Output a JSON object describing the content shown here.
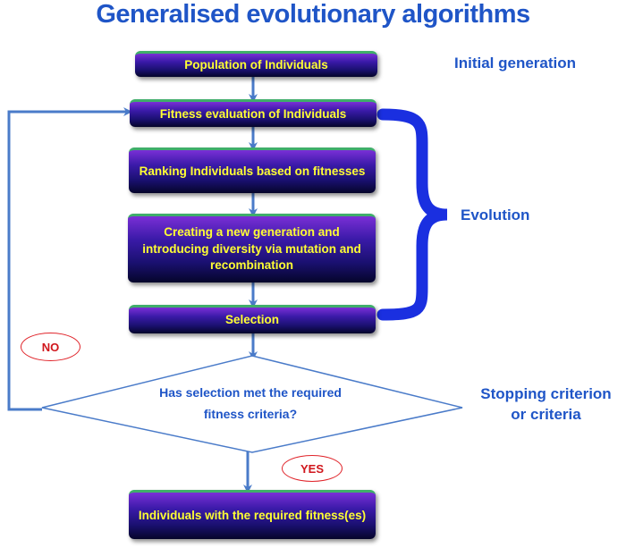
{
  "title": "Generalised evolutionary algorithms",
  "boxes": {
    "population": "Population of Individuals",
    "fitness_eval": "Fitness evaluation of Individuals",
    "ranking": "Ranking Individuals based on fitnesses",
    "creating": "Creating  a new generation and introducing diversity via mutation and recombination",
    "selection": "Selection",
    "result": "Individuals with  the required fitness(es)"
  },
  "decision": "Has selection met  the required   fitness criteria?",
  "labels": {
    "initial_generation": "Initial generation",
    "evolution": "Evolution",
    "stopping_criterion": "Stopping criterion or criteria"
  },
  "ovals": {
    "no": "NO",
    "yes": "YES"
  },
  "colors": {
    "title_blue": "#1f55c7",
    "arrow_blue": "#4a7bc9",
    "box_text": "#ffff33",
    "brace_blue": "#1a2fe0",
    "oval_red": "#e0242a"
  }
}
